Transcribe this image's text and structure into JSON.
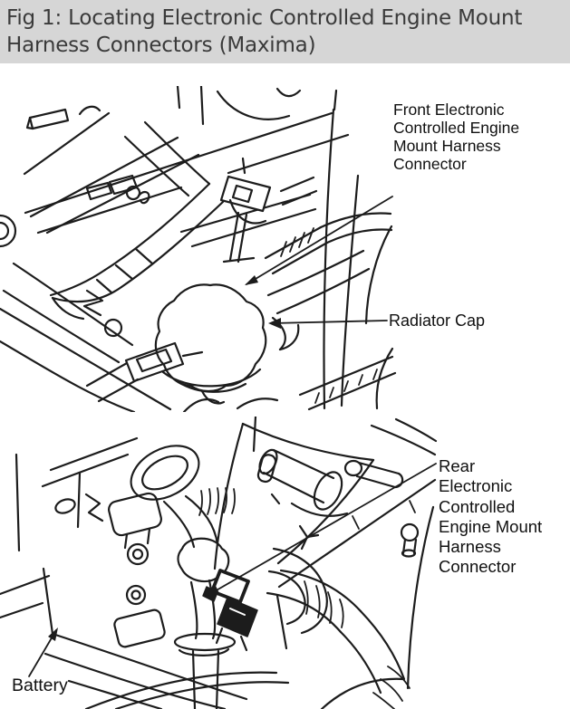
{
  "header": {
    "title": "Fig 1: Locating Electronic Controlled Engine Mount Harness Connectors (Maxima)"
  },
  "figure": {
    "top_panel": {
      "description": "engine-bay-front-view-line-drawing",
      "labels": {
        "front_connector": {
          "lines": [
            "Front Electronic",
            "Controlled Engine",
            "Mount Harness",
            "Connector"
          ]
        },
        "radiator_cap": {
          "text": "Radiator Cap"
        }
      }
    },
    "bottom_panel": {
      "description": "engine-bay-rear-view-line-drawing",
      "labels": {
        "rear_connector": {
          "lines": [
            "Rear",
            "Electronic",
            "Controlled",
            "Engine Mount",
            "Harness",
            "Connector"
          ]
        },
        "battery": {
          "text": "Battery"
        }
      }
    }
  },
  "colors": {
    "line": "#1c1c1c",
    "header_bg": "#d6d6d6",
    "header_text": "#3a3a3a"
  }
}
